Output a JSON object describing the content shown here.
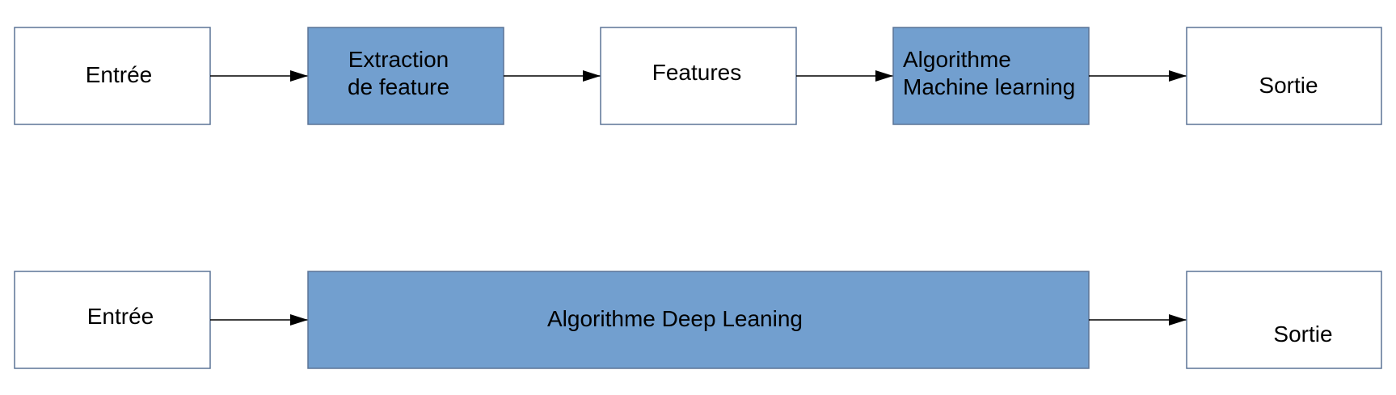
{
  "colors": {
    "box_border": "#5b7396",
    "box_fill_white": "#ffffff",
    "box_fill_blue": "#729fcf",
    "arrow": "#000000",
    "text": "#000000"
  },
  "ml_pipeline": {
    "input": "Entrée",
    "feature_extraction": [
      "Extraction",
      "de feature"
    ],
    "features": "Features",
    "ml_algorithm": [
      "Algorithme",
      "Machine learning"
    ],
    "output": "Sortie"
  },
  "dl_pipeline": {
    "input": "Entrée",
    "dl_algorithm": "Algorithme Deep Leaning",
    "output": "Sortie"
  }
}
